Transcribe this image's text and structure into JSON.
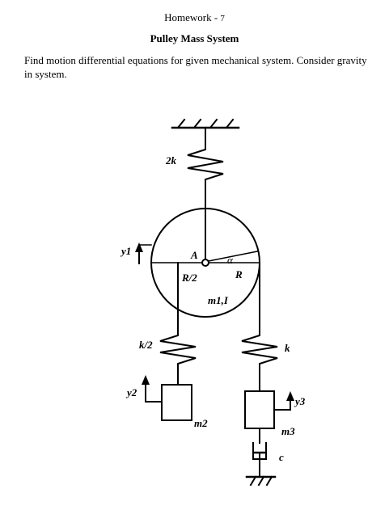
{
  "header": {
    "homework_label": "Homework - ",
    "homework_number": "7",
    "title": "Pulley Mass System"
  },
  "problem": {
    "text": "Find motion differential equations for given mechanical system. Consider gravity in system."
  },
  "diagram": {
    "labels": {
      "spring_top": "2k",
      "y1": "y1",
      "center": "A",
      "alpha": "α",
      "radius_outer": "R",
      "radius_inner": "R/2",
      "pulley_props": "m1,I",
      "spring_left": "k/2",
      "spring_right": "k",
      "y2": "y2",
      "mass_left": "m2",
      "y3": "y3",
      "mass_right": "m3",
      "damper": "c"
    }
  }
}
